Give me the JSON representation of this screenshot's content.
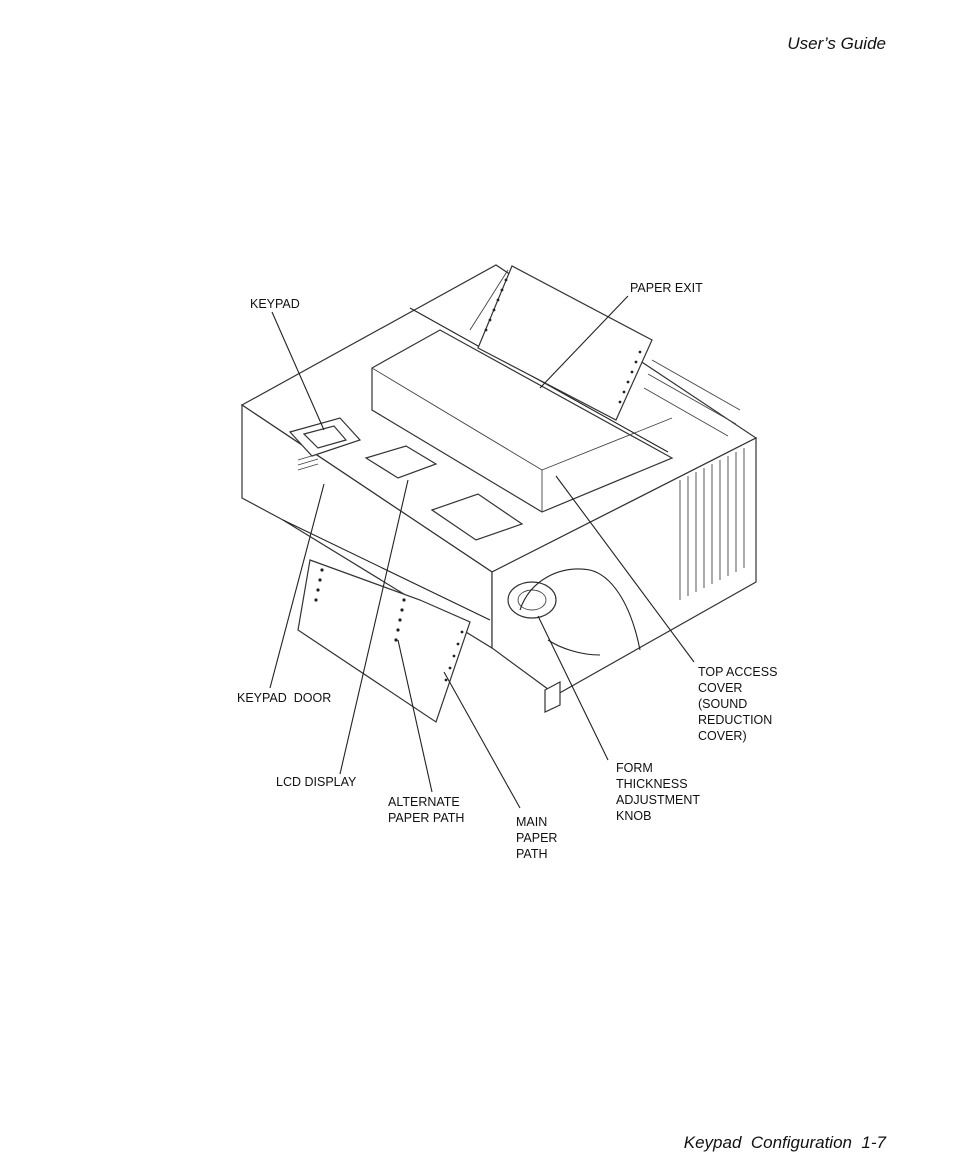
{
  "header": {
    "title": "User’s Guide"
  },
  "footer": {
    "text": "Keypad  Configuration  1-7"
  },
  "figure": {
    "labels": {
      "keypad": "KEYPAD",
      "paper_exit": "PAPER EXIT",
      "keypad_door": "KEYPAD  DOOR",
      "lcd_display": "LCD DISPLAY",
      "alternate_paper_path": [
        "ALTERNATE",
        "PAPER PATH"
      ],
      "main_paper_path": [
        "MAIN",
        "PAPER",
        "PATH"
      ],
      "form_thickness_knob": [
        "FORM",
        "THICKNESS",
        "ADJUSTMENT",
        "KNOB"
      ],
      "top_access_cover": [
        "TOP ACCESS",
        "COVER",
        "(SOUND",
        "REDUCTION",
        "COVER)"
      ]
    }
  }
}
